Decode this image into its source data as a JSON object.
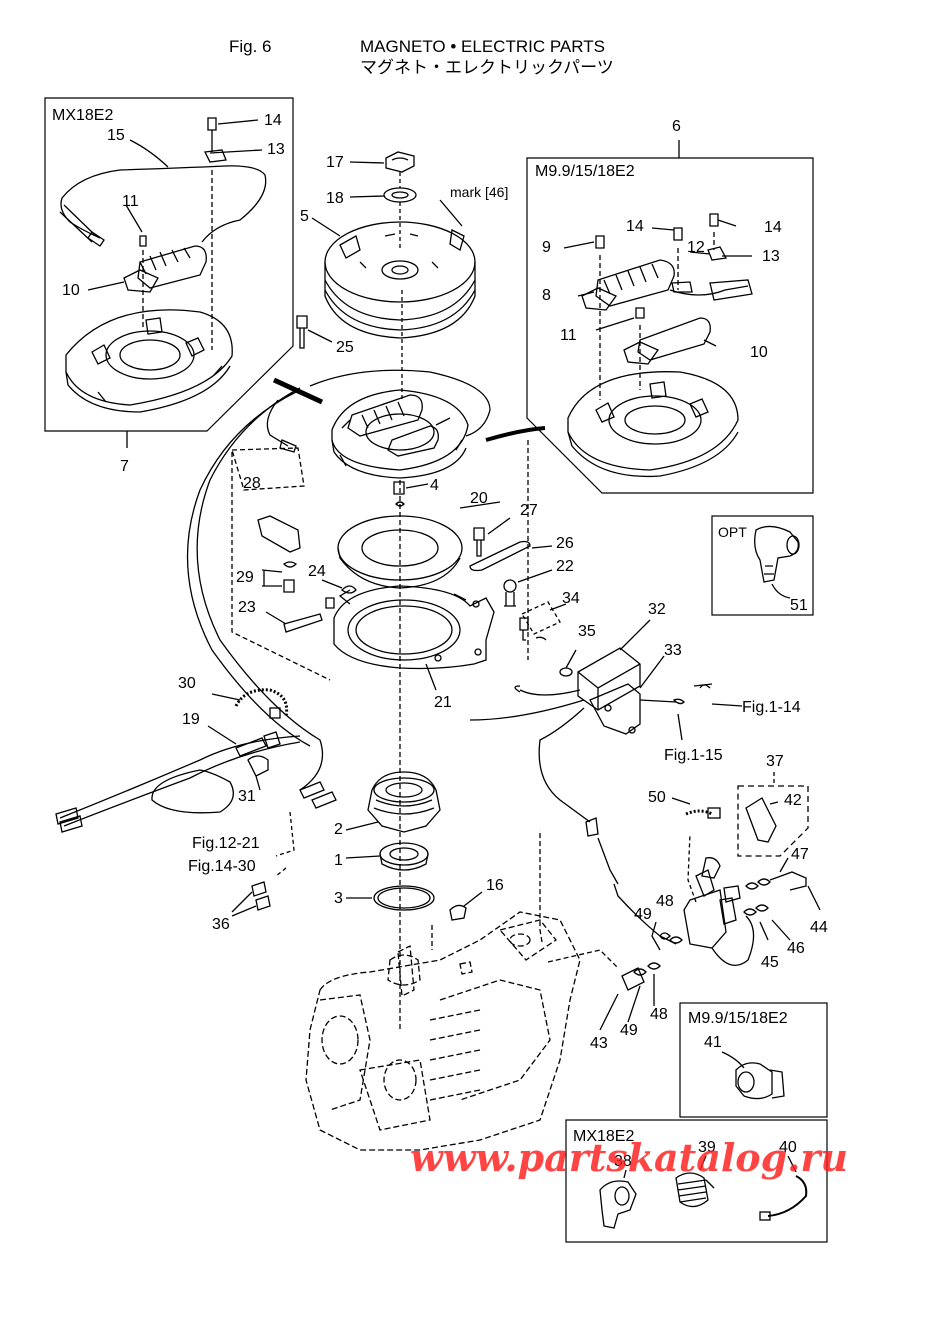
{
  "header": {
    "fig_label": "Fig. 6",
    "title_en": "MAGNETO • ELECTRIC PARTS",
    "title_jp": "マグネト・エレクトリックパーツ"
  },
  "boxes": {
    "mx18e2_top": "MX18E2",
    "m9_15_18_top": "M9.9/15/18E2",
    "opt": "OPT",
    "m9_15_18_bottom": "M9.9/15/18E2",
    "mx18e2_bottom": "MX18E2"
  },
  "annotations": {
    "mark": "mark [46]",
    "fig_1_14": "Fig.1-14",
    "fig_1_15": "Fig.1-15",
    "fig_12_21": "Fig.12-21",
    "fig_14_30": "Fig.14-30"
  },
  "callouts": {
    "c1": "1",
    "c2": "2",
    "c3": "3",
    "c4": "4",
    "c5": "5",
    "c6": "6",
    "c7": "7",
    "c8": "8",
    "c9": "9",
    "c10a": "10",
    "c10b": "10",
    "c11a": "11",
    "c11b": "11",
    "c12": "12",
    "c13a": "13",
    "c13b": "13",
    "c14a": "14",
    "c14b": "14",
    "c14c": "14",
    "c15": "15",
    "c16": "16",
    "c17": "17",
    "c18": "18",
    "c19": "19",
    "c20": "20",
    "c21": "21",
    "c22": "22",
    "c23": "23",
    "c24": "24",
    "c25": "25",
    "c26": "26",
    "c27": "27",
    "c28": "28",
    "c29": "29",
    "c30": "30",
    "c31": "31",
    "c32": "32",
    "c33": "33",
    "c34": "34",
    "c35": "35",
    "c36": "36",
    "c37": "37",
    "c38": "38",
    "c39": "39",
    "c40": "40",
    "c41": "41",
    "c42": "42",
    "c43": "43",
    "c44": "44",
    "c45": "45",
    "c46": "46",
    "c47": "47",
    "c48a": "48",
    "c48b": "48",
    "c49a": "49",
    "c49b": "49",
    "c50": "50",
    "c51": "51"
  },
  "watermark": "www.partskatalog.ru"
}
